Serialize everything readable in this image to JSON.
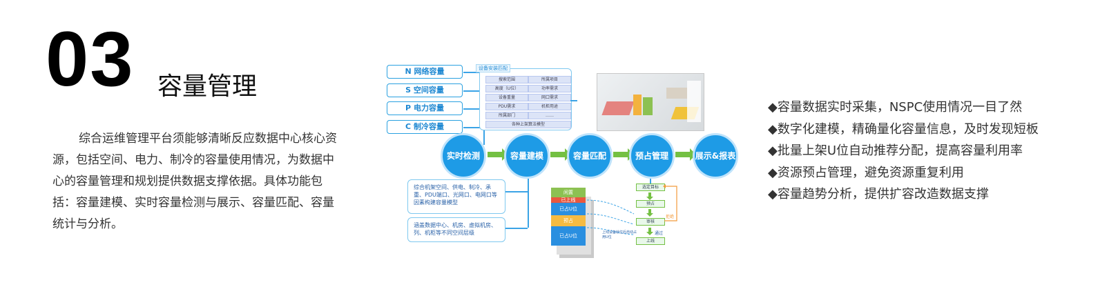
{
  "section": {
    "number": "03",
    "title": "容量管理"
  },
  "description": "综合运维管理平台须能够清晰反应数据中心核心资源，包括空间、电力、制冷的容量使用情况，为数据中心的容量管理和规划提供数据支撑依据。具体功能包括：容量建模、实时容量检测与展示、容量匹配、容量统计与分析。",
  "features": [
    "◆容量数据实时采集，NSPC使用情况一目了然",
    "◆数字化建模，精确量化容量信息，及时发现短板",
    "◆批量上架U位自动推荐分配，提高容量利用率",
    "◆资源预占管理，避免资源重复利用",
    "◆容量趋势分析，提供扩容改造数据支撑"
  ],
  "diagram": {
    "inputs": [
      "N 网络容量",
      "S 空间容量",
      "P 电力容量",
      "C 制冷容量"
    ],
    "match_panel": {
      "title": "设备安装匹配",
      "cells": [
        "搜索范围",
        "所属项目",
        "高度（U位）",
        "功率需求",
        "设备重量",
        "网口需求",
        "PDU需求",
        "机柜用途",
        "所属部门",
        "……"
      ],
      "footer": "各种上架算法模型"
    },
    "steps": [
      "实时检测",
      "容量建模",
      "容量匹配",
      "预占管理",
      "展示&报表"
    ],
    "model_notes": [
      "综合机架空间、供电、制冷、承重、PDU端口、光网口、电网口等因素构建容量模型",
      "涵盖数据中心、机房、虚拟机房、列、机柜等不同空间层级"
    ],
    "rack_states": [
      "闲置",
      "已上线",
      "已占U位",
      "预占",
      "已占U位"
    ],
    "flow": {
      "select": "选定目标",
      "reserve": "预占",
      "review": "审核",
      "pass": "通过",
      "online": "上线",
      "reject": "拒绝"
    },
    "note": "上线设备就位后自动占用U位"
  },
  "colors": {
    "accent": "#1e9be6",
    "arrow": "#74c043",
    "reject": "#f29a3a"
  }
}
